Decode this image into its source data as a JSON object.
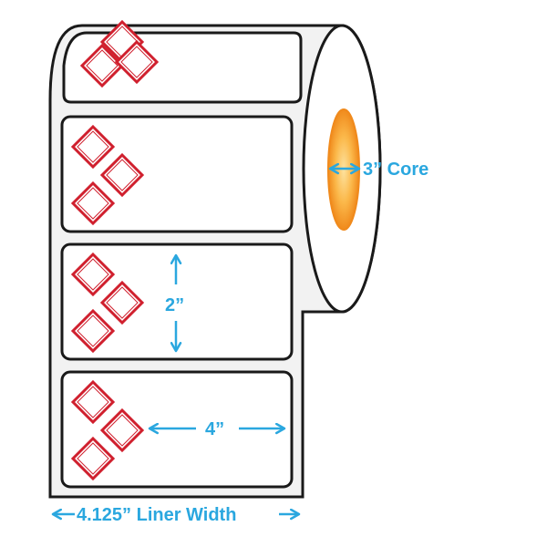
{
  "colors": {
    "outline": "#1a1a1a",
    "label_fill": "#ffffff",
    "liner_fill": "#f2f2f2",
    "symbol": "#d0202e",
    "dimension": "#2aa7df",
    "core_outer": "#f08a1c",
    "core_inner": "#fbc45d"
  },
  "icons": {
    "diamond_symbol": "ghs-diamond-cluster",
    "arrow": "double-headed-arrow"
  },
  "labels": [
    {
      "name": "label-top-partial",
      "symbol_count": 3
    },
    {
      "name": "label-1",
      "symbol_count": 3
    },
    {
      "name": "label-2",
      "symbol_count": 3
    },
    {
      "name": "label-3",
      "symbol_count": 3
    }
  ],
  "dimensions": {
    "core": "3” Core",
    "label_height": "2”",
    "label_width": "4”",
    "liner_width": "4.125” Liner Width"
  }
}
